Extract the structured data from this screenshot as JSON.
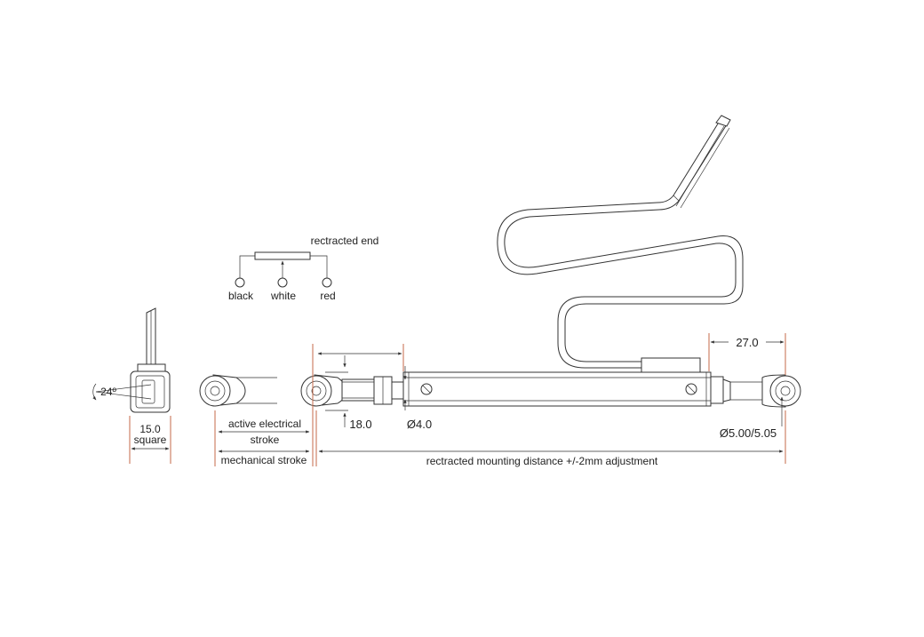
{
  "colors": {
    "line": "#333333",
    "extension_line": "#c46a4a",
    "background": "#ffffff"
  },
  "wiring": {
    "title": "rectracted end",
    "wires": [
      "black",
      "white",
      "red"
    ]
  },
  "end_view": {
    "angle_label": "24º",
    "width_value": "15.0",
    "width_note": "square"
  },
  "dimensions": {
    "active_stroke_line1": "active electrical",
    "active_stroke_line2": "stroke",
    "mechanical_stroke": "mechanical stroke",
    "rod_dim": "18.0",
    "shaft_diameter": "Ø4.0",
    "end_length": "27.0",
    "bore_diameter": "Ø5.00/5.05",
    "mounting_distance": "rectracted mounting distance +/-2mm adjustment"
  }
}
